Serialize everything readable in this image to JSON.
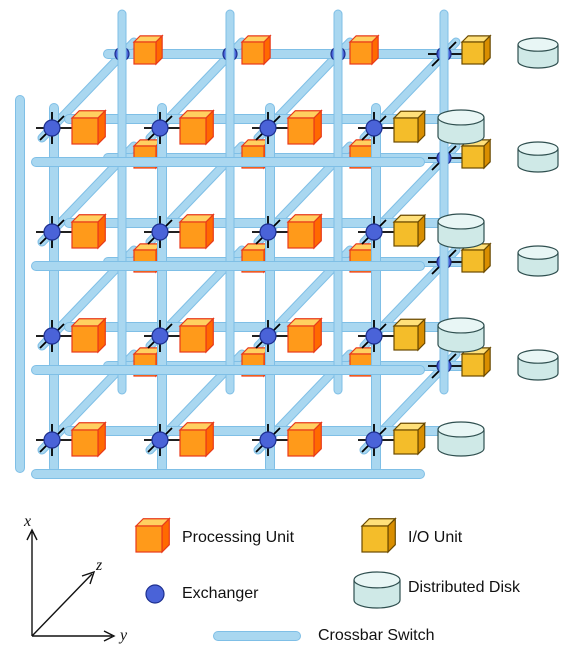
{
  "colors": {
    "crossbar": "#a9d7f0",
    "crossbar_edge": "#7fbfe6",
    "exchanger": "#4a63d8",
    "exchanger_edge": "#1d2f8f",
    "processing_front": "#ff9a1a",
    "processing_top": "#ffd060",
    "processing_side": "#ff6a00",
    "processing_edge": "#e83a1a",
    "io_front": "#f4bd2a",
    "io_top": "#ffe07a",
    "io_side": "#d98e00",
    "io_edge": "#6b4a00",
    "disk": "#cfe9e7",
    "disk_top": "#e8f6f5",
    "disk_edge": "#2f4f4f",
    "wire": "#000000"
  },
  "icons": {
    "processing_unit": "cube-icon",
    "io_unit": "cube-icon",
    "exchanger": "circle-icon",
    "disk": "cylinder-icon",
    "crossbar": "rounded-bar-icon"
  },
  "axes": {
    "x": "x",
    "y": "y",
    "z": "z"
  },
  "legend": {
    "processing_unit": "Processing Unit",
    "io_unit": "I/O Unit",
    "exchanger": "Exchanger",
    "distributed_disk": "Distributed Disk",
    "crossbar_switch": "Crossbar Switch"
  }
}
